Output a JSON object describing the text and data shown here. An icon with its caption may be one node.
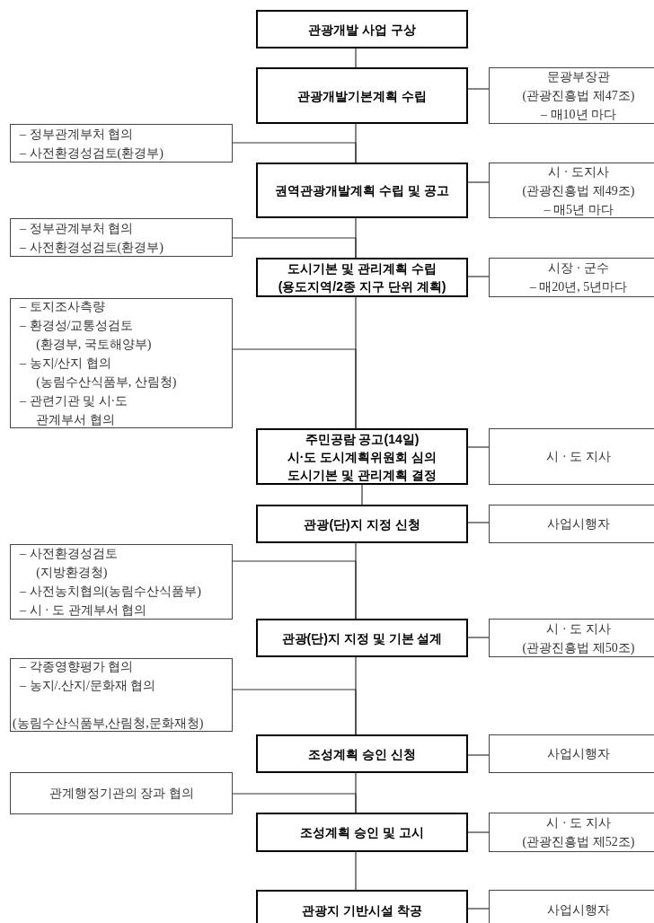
{
  "diagram": {
    "nodes": [
      {
        "text": [
          "관광개발 사업 구상"
        ]
      },
      {
        "text": [
          "관광개발기본계획 수립"
        ]
      },
      {
        "text": [
          "문광부장관",
          "(관광진흥법 제47조)",
          "– 매10년 마다"
        ]
      },
      {
        "text": [
          "– 정부관계부처 협의",
          "– 사전환경성검토(환경부)"
        ]
      },
      {
        "text": [
          "권역관광개발계획 수립 및 공고"
        ]
      },
      {
        "text": [
          "시 · 도지사",
          "(관광진흥법 제49조)",
          "– 매5년 마다"
        ]
      },
      {
        "text": [
          "– 정부관계부처 협의",
          "– 사전환경성검토(환경부)"
        ]
      },
      {
        "text": [
          "도시기본 및 관리계획 수립",
          "(용도지역/2종 지구 단위 계획)"
        ]
      },
      {
        "text": [
          "시장 · 군수",
          "– 매20년, 5년마다"
        ]
      },
      {
        "text": [
          "– 토지조사측량",
          "– 환경성/교통성검토 (환경부, 국토해양부)",
          "– 농지/산지 협의 (농림수산식품부, 산림청)",
          "– 관련기관 및 시·도 관계부서 협의"
        ]
      },
      {
        "text": [
          "주민공람 공고(14일)",
          "시·도 도시계획위원회 심의",
          "도시기본 및 관리계획 결정"
        ]
      },
      {
        "text": [
          "시 · 도 지사"
        ]
      },
      {
        "text": [
          "관광(단)지 지정 신청"
        ]
      },
      {
        "text": [
          "사업시행자"
        ]
      },
      {
        "text": [
          "– 사전환경성검토 (지방환경청)",
          "– 사전농치협의(농림수산식품부)",
          "– 시 · 도 관계부서 협의"
        ]
      },
      {
        "text": [
          "관광(단)지 지정 및 기본 설계"
        ]
      },
      {
        "text": [
          "시 · 도 지사",
          "(관광진흥법 제50조)"
        ]
      },
      {
        "text": [
          "– 각종영향평가 협의",
          "– 농지/.산지/문화재 협의",
          "(농림수산식품부,산림청,문화재청)"
        ]
      },
      {
        "text": [
          "조성계획 승인 신청"
        ]
      },
      {
        "text": [
          "사업시행자"
        ]
      },
      {
        "text": [
          "관계행정기관의 장과 협의"
        ]
      },
      {
        "text": [
          "조성계획 승인 및 고시"
        ]
      },
      {
        "text": [
          "시 · 도 지사",
          "(관광진흥법 제52조)"
        ]
      },
      {
        "text": [
          "관광지 기반시설 착공"
        ]
      },
      {
        "text": [
          "사업시행자"
        ]
      }
    ],
    "edges": [
      {
        "from": 0,
        "to": 1,
        "arrow": "none"
      },
      {
        "from": 1,
        "to": 2,
        "arrow": "none"
      },
      {
        "from": 1,
        "to": 4,
        "arrow": "none"
      },
      {
        "from": 3,
        "to": 4,
        "arrow": "none"
      },
      {
        "from": 4,
        "to": 5,
        "arrow": "none"
      },
      {
        "from": 4,
        "to": 7,
        "arrow": "none"
      },
      {
        "from": 6,
        "to": 7,
        "arrow": "none"
      },
      {
        "from": 7,
        "to": 8,
        "arrow": "none"
      },
      {
        "from": 7,
        "to": 10,
        "arrow": "none"
      },
      {
        "from": 9,
        "to": 10,
        "arrow": "none"
      },
      {
        "from": 10,
        "to": 11,
        "arrow": "none"
      },
      {
        "from": 10,
        "to": 12,
        "arrow": "none"
      },
      {
        "from": 12,
        "to": 13,
        "arrow": "none"
      },
      {
        "from": 12,
        "to": 15,
        "arrow": "none"
      },
      {
        "from": 14,
        "to": 15,
        "arrow": "none"
      },
      {
        "from": 15,
        "to": 16,
        "arrow": "none"
      },
      {
        "from": 15,
        "to": 18,
        "arrow": "none"
      },
      {
        "from": 17,
        "to": 18,
        "arrow": "none"
      },
      {
        "from": 18,
        "to": 19,
        "arrow": "none"
      },
      {
        "from": 18,
        "to": 21,
        "arrow": "none"
      },
      {
        "from": 20,
        "to": 21,
        "arrow": "none"
      },
      {
        "from": 21,
        "to": 22,
        "arrow": "none"
      },
      {
        "from": 21,
        "to": 23,
        "arrow": "none"
      },
      {
        "from": 23,
        "to": 24,
        "arrow": "none"
      }
    ]
  }
}
